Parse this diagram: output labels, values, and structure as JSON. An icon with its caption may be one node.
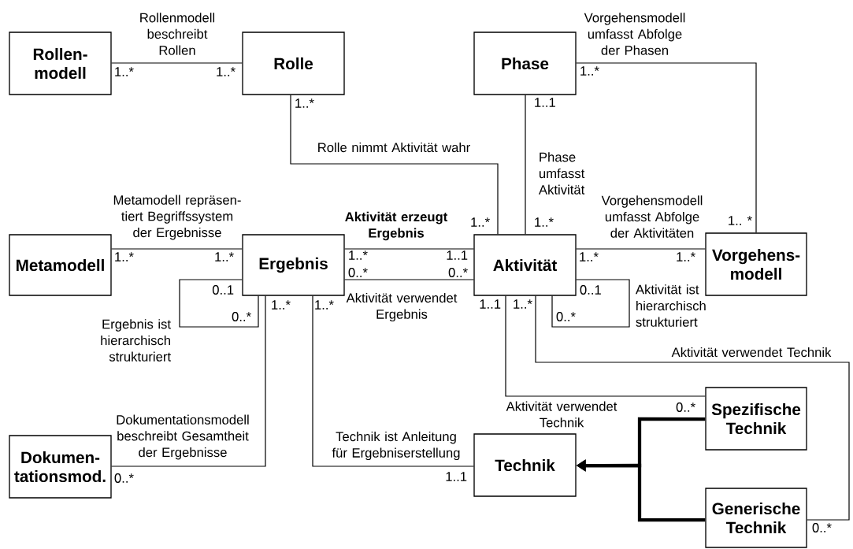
{
  "diagram": {
    "nodes": [
      {
        "text": [
          "Rollen- modell"
        ]
      },
      {
        "text": [
          "Rolle"
        ]
      },
      {
        "text": [
          "Phase"
        ]
      },
      {
        "text": [
          "Metamodell"
        ]
      },
      {
        "text": [
          "Ergebnis"
        ]
      },
      {
        "text": [
          "Aktivität"
        ]
      },
      {
        "text": [
          "Vorgehens- modell"
        ]
      },
      {
        "text": [
          "Dokumen- tationsmod."
        ]
      },
      {
        "text": [
          "Technik"
        ]
      },
      {
        "text": [
          "Spezifische Technik"
        ]
      },
      {
        "text": [
          "Generische Technik"
        ]
      }
    ],
    "edges": [
      {
        "from": 0,
        "to": 1,
        "arrow": "none",
        "label": "Rollenmodell beschreibt Rollen"
      },
      {
        "from": 1,
        "to": 5,
        "arrow": "none",
        "label": "Rolle nimmt Aktivität wahr"
      },
      {
        "from": 2,
        "to": 6,
        "arrow": "none",
        "label": "Vorgehensmodell umfasst Abfolge der Phasen"
      },
      {
        "from": 2,
        "to": 5,
        "arrow": "none",
        "label": "Phase umfasst Aktivität"
      },
      {
        "from": 3,
        "to": 4,
        "arrow": "none",
        "label": "Metamodell repräsen- tiert Begriffssystem der Ergebnisse"
      },
      {
        "from": 4,
        "to": 5,
        "arrow": "none",
        "label": "Aktivität erzeugt Ergebnis"
      },
      {
        "from": 4,
        "to": 5,
        "arrow": "none",
        "label": "Aktivität verwendet Ergebnis"
      },
      {
        "from": 4,
        "to": 4,
        "arrow": "none",
        "label": "Ergebnis ist hierarchisch strukturiert"
      },
      {
        "from": 5,
        "to": 6,
        "arrow": "none",
        "label": "Vorgehensmodell umfasst Abfolge der Aktivitäten"
      },
      {
        "from": 5,
        "to": 5,
        "arrow": "none",
        "label": "Aktivität ist hierarchisch strukturiert"
      },
      {
        "from": 5,
        "to": 10,
        "arrow": "none",
        "label": "Aktivität verwendet Technik"
      },
      {
        "from": 5,
        "to": 9,
        "arrow": "none",
        "label": "Aktivität verwendet Technik"
      },
      {
        "from": 4,
        "to": 7,
        "arrow": "none",
        "label": "Dokumentationsmodell beschreibt Gesamtheit der Ergebnisse"
      },
      {
        "from": 4,
        "to": 8,
        "arrow": "none",
        "label": "Technik ist Anleitung für Ergebniserstellung"
      },
      {
        "from": 9,
        "to": 8,
        "arrow": "to",
        "style": "thick"
      },
      {
        "from": 10,
        "to": 8,
        "arrow": "to",
        "style": "thick"
      }
    ],
    "labels": [
      "1..*",
      "1..*",
      "1..*",
      "1..*",
      "1..1",
      "1..*",
      "1..*",
      "1.. *",
      "1..*",
      "1..*",
      "1..*",
      "1..1",
      "1..*",
      "1..*",
      "0..*",
      "0..*",
      "0..1",
      "0..1",
      "1..*",
      "1..*",
      "1..1",
      "1..*",
      "0..*",
      "0..*",
      "0..*",
      "0..*",
      "1..1",
      "0..*"
    ]
  }
}
